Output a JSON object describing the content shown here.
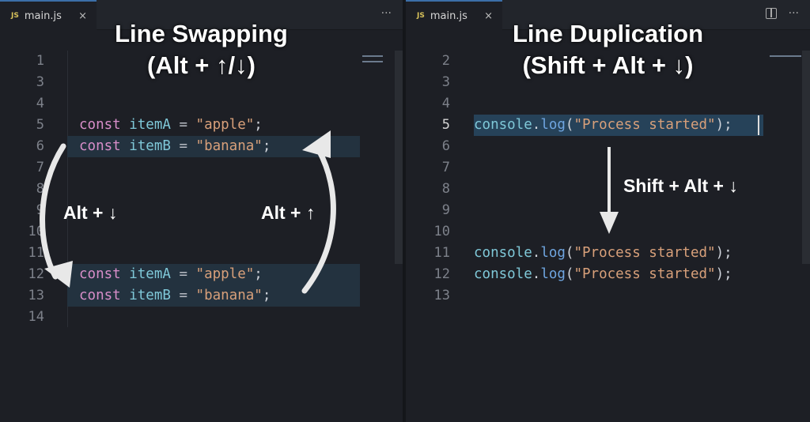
{
  "left": {
    "tab": {
      "icon": "JS",
      "label": "main.js",
      "close": "×"
    },
    "more": "···",
    "title": "Line Swapping",
    "subtitle": "(Alt + ↑/↓)",
    "line_numbers": [
      "1",
      "3",
      "4",
      "5",
      "6",
      "7",
      "8",
      "9",
      "10",
      "11",
      "12",
      "13",
      "14"
    ],
    "lines": {
      "5": {
        "kw": "const",
        "id": "itemA",
        "op": " = ",
        "str": "\"apple\"",
        "end": ";"
      },
      "6": {
        "kw": "const",
        "id": "itemB",
        "op": " = ",
        "str": "\"banana\"",
        "end": ";"
      },
      "12": {
        "kw": "const",
        "id": "itemA",
        "op": " = ",
        "str": "\"apple\"",
        "end": ";"
      },
      "13": {
        "kw": "const",
        "id": "itemB",
        "op": " = ",
        "str": "\"banana\"",
        "end": ";"
      }
    },
    "arrow_down_label": "Alt + ↓",
    "arrow_up_label": "Alt + ↑"
  },
  "right": {
    "tab": {
      "icon": "JS",
      "label": "main.js",
      "close": "×"
    },
    "more": "···",
    "title": "Line Duplication",
    "subtitle": "(Shift + Alt + ↓)",
    "line_numbers": [
      "2",
      "3",
      "4",
      "5",
      "6",
      "7",
      "8",
      "9",
      "10",
      "11",
      "12",
      "13"
    ],
    "lines": {
      "5": {
        "obj": "console",
        "dot": ".",
        "fn": "log",
        "open": "(",
        "str": "\"Process started\"",
        "end": ");"
      },
      "11": {
        "obj": "console",
        "dot": ".",
        "fn": "log",
        "open": "(",
        "str": "\"Process started\"",
        "end": ");"
      },
      "12": {
        "obj": "console",
        "dot": ".",
        "fn": "log",
        "open": "(",
        "str": "\"Process started\"",
        "end": ");"
      }
    },
    "arrow_label": "Shift + Alt + ↓"
  },
  "colors": {
    "keyword": "#d88ec9",
    "identifier": "#7fc8d8",
    "string": "#d8a07a",
    "function": "#6fa5e0",
    "accent": "#3b6fa8"
  }
}
